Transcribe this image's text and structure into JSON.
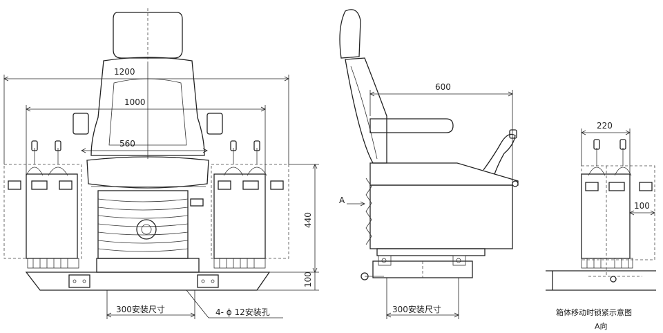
{
  "front_view": {
    "dim_overall": "1200",
    "dim_inner": "1000",
    "dim_seat": "560",
    "dim_height": "440",
    "dim_base": "100",
    "mount_spacing": "300安装尺寸",
    "mount_holes": "4- ϕ 12安装孔"
  },
  "side_view": {
    "dim_depth": "600",
    "view_arrow": "A",
    "mount_spacing": "300安装尺寸"
  },
  "detail_view": {
    "dim_width": "220",
    "dim_offset": "100",
    "caption": "箱体移动时锁紧示意图",
    "caption_sub": "A向"
  }
}
